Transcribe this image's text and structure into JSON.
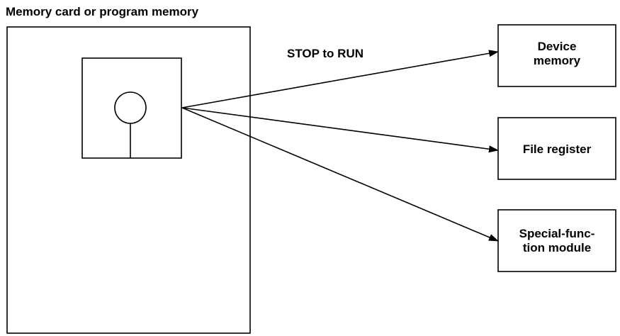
{
  "diagram": {
    "source_title": "Memory card or program memory",
    "arrow_label": "STOP to RUN",
    "targets": [
      {
        "line1": "Device",
        "line2": "memory"
      },
      {
        "line1": "File register",
        "line2": ""
      },
      {
        "line1": "Special-func-",
        "line2": "tion module"
      }
    ]
  }
}
